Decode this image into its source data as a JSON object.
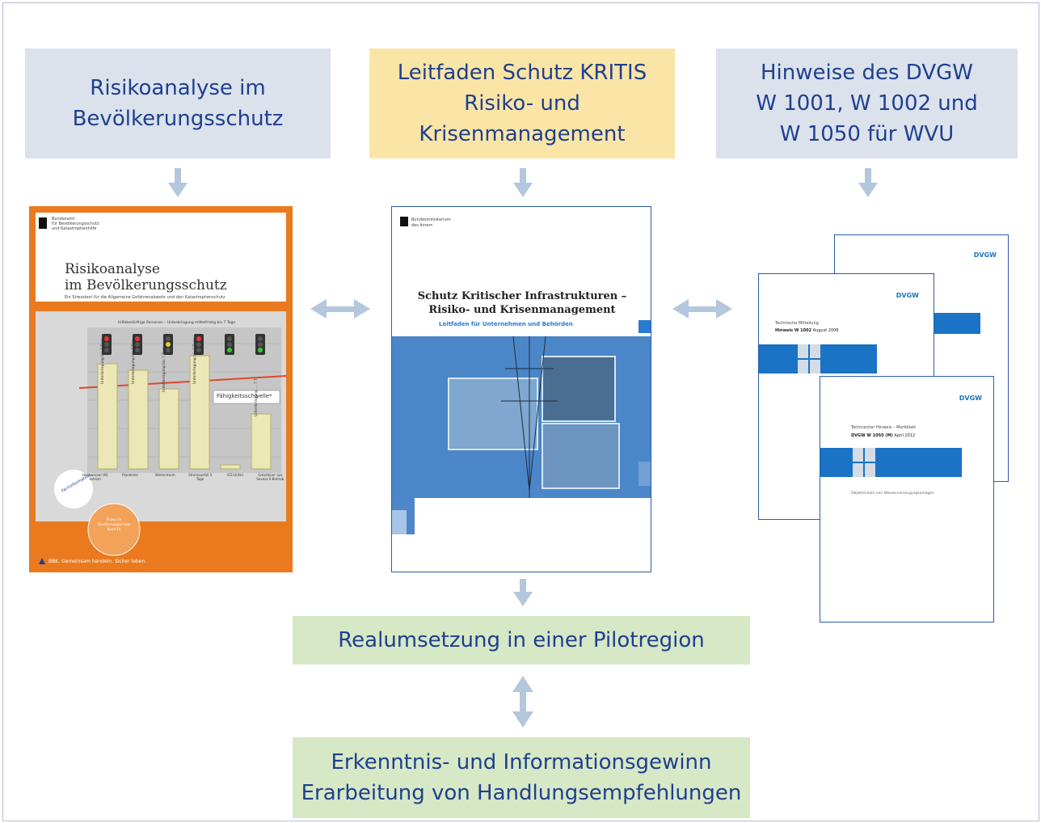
{
  "top_boxes": {
    "left": [
      "Risikoanalyse im",
      "Bevölkerungsschutz"
    ],
    "center": [
      "Leitfaden Schutz KRITIS",
      "Risiko- und",
      "Krisenmanagement"
    ],
    "right": [
      "Hinweise des DVGW",
      "W 1001, W 1002 und",
      "W 1050 für WVU"
    ]
  },
  "pilot_box": "Realumsetzung in einer Pilotregion",
  "result_box": [
    "Erkenntnis- und Informationsgewinn",
    "Erarbeitung von Handlungsempfehlungen"
  ],
  "doc_left": {
    "publisher": [
      "Bundesamt",
      "für Bevölkerungsschutz",
      "und Katastrophenhilfe"
    ],
    "title": [
      "Risikoanalyse",
      "im Bevölkerungsschutz"
    ],
    "subtitle": "Ein Stresstest für die Allgemeine Gefahrenabwehr und den Katastrophenschutz",
    "chart_title": "Hilfebedürftige Personen – Unterbringung mittelfristig bis 7 Tage",
    "threshold_label": "Fähigkeitsschwelle*",
    "bar_label_texts": [
      "Unterbringung bis 7 Tage",
      "Unterbringung bis 7 Tage",
      "Unterbringung bis 7 Tage",
      "Unterbringung bis 7 Tage",
      "",
      "Unterbringung ... 7 T"
    ],
    "categories": [
      "Hochwasser HQ extrem",
      "Pandemie",
      "Wintersturm",
      "Stromausfall 5 Tage",
      "ICE-Unfall",
      "Grossfeuer aus Seveso II-Betrieb"
    ],
    "badge": "Fachinformation",
    "series_label": [
      "Praxis im",
      "Bevölkerungsschutz",
      "Band 16"
    ],
    "footer": "BBK. Gemeinsam handeln. Sicher leben."
  },
  "doc_center": {
    "publisher": [
      "Bundesministerium",
      "des Innern"
    ],
    "title": [
      "Schutz Kritischer Infrastrukturen –",
      "Risiko- und Krisenmanagement"
    ],
    "subtitle": "Leitfaden für Unternehmen und Behörden"
  },
  "doc_right": {
    "logo": "DVGW",
    "back_doc": {
      "kind": "Technische Mitteilung",
      "number": "Hinweis W 1002",
      "date": "August 2008"
    },
    "front_doc": {
      "kind": "Technischer Hinweis – Merkblatt",
      "number": "DVGW W 1050 (M)",
      "date": "April 2012",
      "note": "Objektschutz von Wasserversorgungsanlagen"
    }
  },
  "colors": {
    "text_blue": "#1f3f8f",
    "gray_box": "#dbe2ec",
    "yellow_box": "#fbe5a6",
    "green_box": "#d6e8c5",
    "arrow": "#b3c7dd",
    "orange": "#ea7a1d",
    "dvgw_blue": "#1a73c4"
  }
}
